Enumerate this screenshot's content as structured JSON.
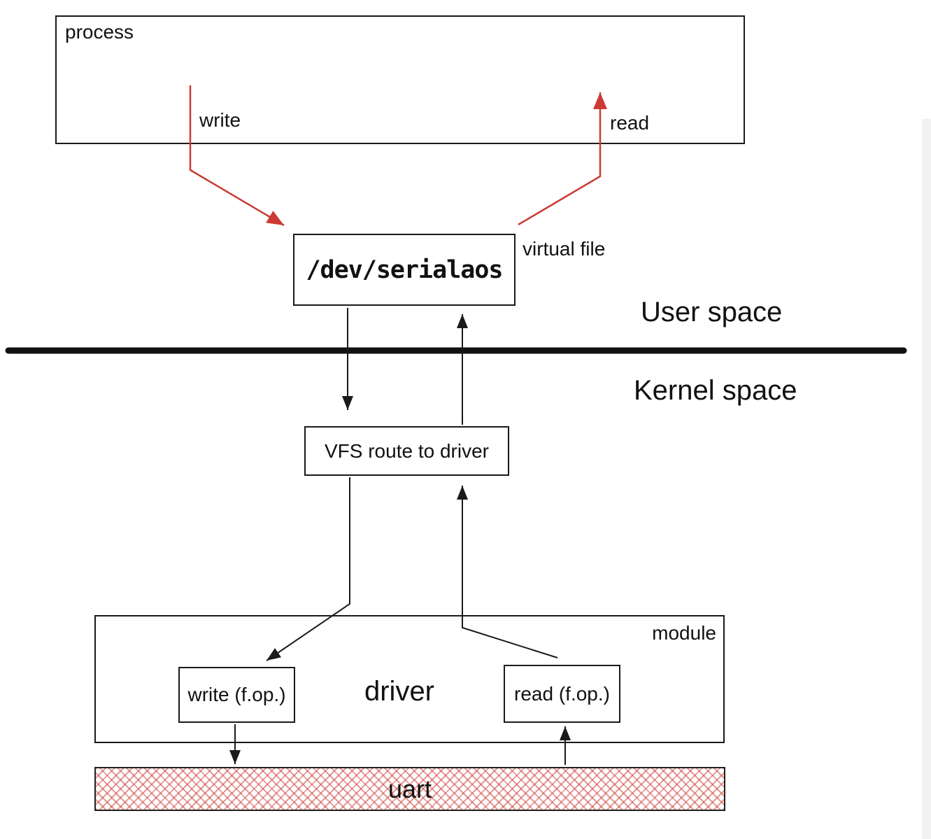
{
  "labels": {
    "process": "process",
    "write": "write",
    "read": "read",
    "virtual_file": "virtual file",
    "device_file": "/dev/serialaos",
    "user_space": "User space",
    "kernel_space": "Kernel space",
    "vfs_route": "VFS route to driver",
    "module": "module",
    "driver": "driver",
    "write_fop": "write (f.op.)",
    "read_fop": "read (f.op.)",
    "uart": "uart"
  },
  "colors": {
    "arrow_red": "#cb3a33",
    "ink": "#1a1a1a",
    "hatch_red": "rgba(203,58,51,0.5)"
  }
}
